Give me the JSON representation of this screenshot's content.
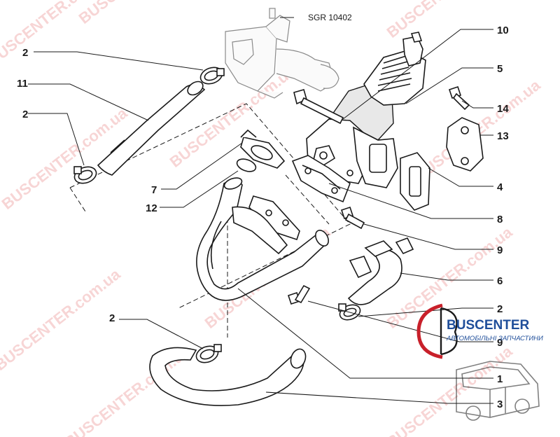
{
  "reference_code": "SGR 10402",
  "callouts": [
    {
      "id": "c-2a",
      "text": "2"
    },
    {
      "id": "c-11",
      "text": "11"
    },
    {
      "id": "c-2b",
      "text": "2"
    },
    {
      "id": "c-7",
      "text": "7"
    },
    {
      "id": "c-12",
      "text": "12"
    },
    {
      "id": "c-2c",
      "text": "2"
    },
    {
      "id": "c-10",
      "text": "10"
    },
    {
      "id": "c-5",
      "text": "5"
    },
    {
      "id": "c-14",
      "text": "14"
    },
    {
      "id": "c-13",
      "text": "13"
    },
    {
      "id": "c-4",
      "text": "4"
    },
    {
      "id": "c-8",
      "text": "8"
    },
    {
      "id": "c-9a",
      "text": "9"
    },
    {
      "id": "c-6",
      "text": "6"
    },
    {
      "id": "c-2d",
      "text": "2"
    },
    {
      "id": "c-9b",
      "text": "9"
    },
    {
      "id": "c-1",
      "text": "1"
    },
    {
      "id": "c-3",
      "text": "3"
    }
  ],
  "watermark": {
    "text": "BUSCENTER.com.ua",
    "color": "#f2b3b3"
  },
  "brand": {
    "name": "BUSCENTER",
    "tagline": "АВТОМОБІЛЬНІ ЗАПЧАСТИНИ",
    "color": "#c8202a",
    "text_color": "#1f4e9a"
  }
}
